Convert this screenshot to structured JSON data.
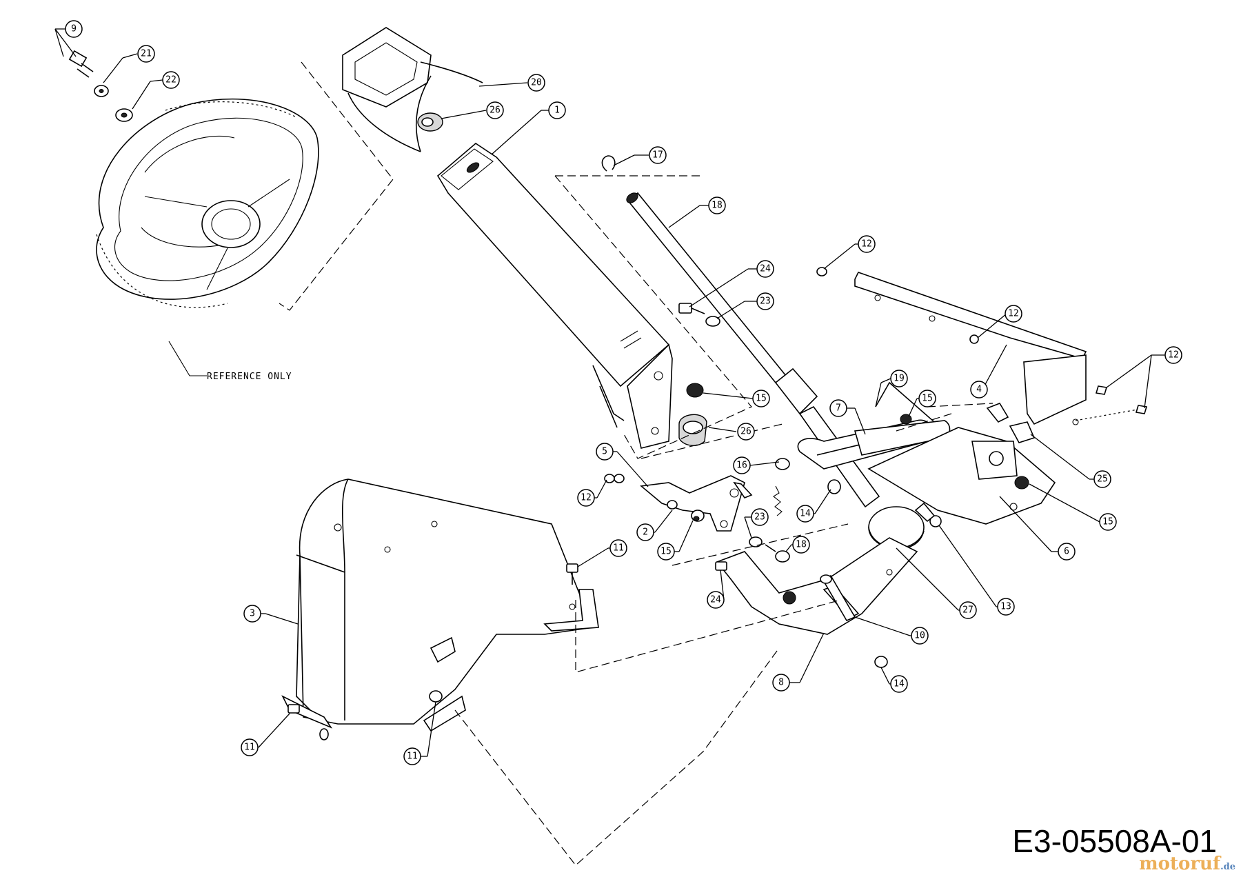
{
  "drawing": {
    "number": "E3-05508A-01",
    "reference_note": "REFERENCE ONLY",
    "watermark": "motoruf",
    "watermark_suffix": ".de"
  },
  "callouts": [
    "1",
    "2",
    "3",
    "4",
    "5",
    "6",
    "7",
    "8",
    "9",
    "10",
    "11",
    "12",
    "13",
    "14",
    "15",
    "16",
    "17",
    "18",
    "19",
    "20",
    "21",
    "22",
    "23",
    "24",
    "25",
    "26",
    "27"
  ]
}
